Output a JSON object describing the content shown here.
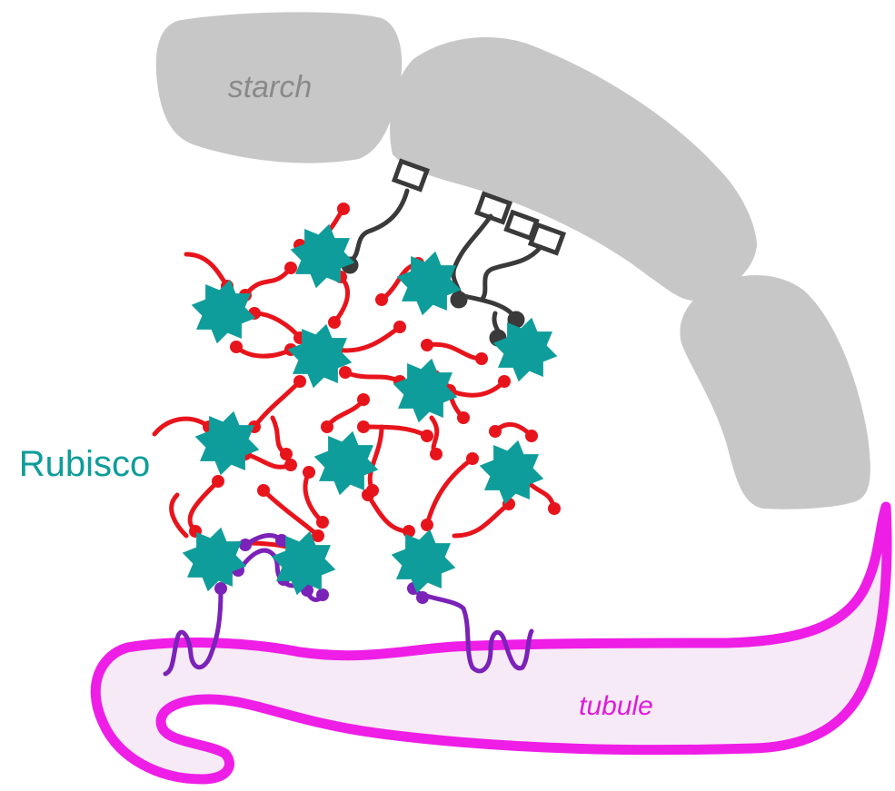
{
  "labels": {
    "starch": "starch",
    "tubule": "tubule",
    "rubisco": "Rubisco"
  },
  "colors": {
    "starch": "#c7c7c8",
    "starch_label": "#8a8a8a",
    "rubisco": "#0e9d9a",
    "linker": "#e8141c",
    "anchor": "#7b22b8",
    "tubule_outline": "#ee1ee6",
    "tubule_fill": "#f7eaf7",
    "starch_binder": "#3a3a3a"
  }
}
